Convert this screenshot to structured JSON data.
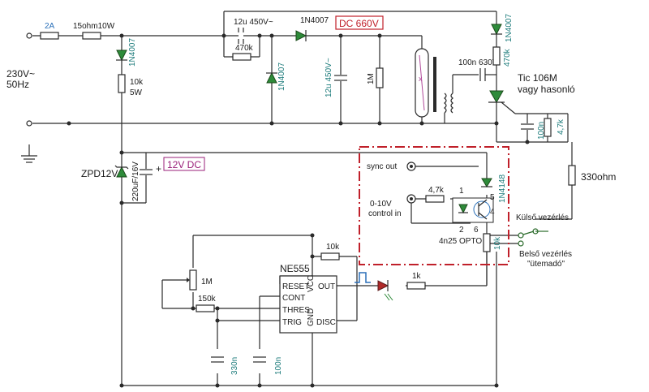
{
  "mains": {
    "voltage": "230V~",
    "frequency": "50Hz"
  },
  "labels": {
    "fuse": "2A",
    "r_series": "15ohm10W",
    "c_top": "12u 450V~",
    "d_top": "1N4007",
    "dc660": "DC 660V",
    "r_470k_a": "470k",
    "d_mid": "1N4007",
    "c_450": "12u 450V~",
    "r_1M_tube": "1M",
    "d_left": "1N4007",
    "r_10k_5w_a": "10k",
    "r_10k_5w_b": "5W",
    "c_100n_630": "100n 630V",
    "d_right_top": "1N4007",
    "r_470k_b": "470k",
    "thyristor_a": "Tic 106M",
    "thyristor_b": "vagy hasonló",
    "c_100n_gate": "100n",
    "r_4k7_gate": "4,7k",
    "r_330": "330ohm",
    "zener": "ZPD12V",
    "c_220u": "220uF/16V",
    "dc12": "12V DC",
    "sync_out": "sync out",
    "control_a": "0-10V",
    "control_b": "control in",
    "r_4k7_opto": "4,7k",
    "d_1n4148": "1N4148",
    "opto": "4n25 OPTO",
    "pin1": "1",
    "pin2": "2",
    "pin4": "4",
    "pin5": "5",
    "pin6": "6",
    "r_10k_opto": "10k",
    "ext_ctrl": "Külső vezérlés",
    "int_ctrl_a": "Belső vezérlés",
    "int_ctrl_b": "\"ütemadó\"",
    "ic_name": "NE555",
    "reset": "RESET",
    "cont": "CONT",
    "thres": "THRES",
    "trig": "TRIG",
    "out": "OUT",
    "disc": "DISC",
    "vcc": "VCC",
    "gnd": "GND",
    "r_10k_555": "10k",
    "pot_1M": "1M",
    "r_150k": "150k",
    "c_330n": "330n",
    "c_100n_555": "100n",
    "r_1k": "1k",
    "plus": "+"
  }
}
